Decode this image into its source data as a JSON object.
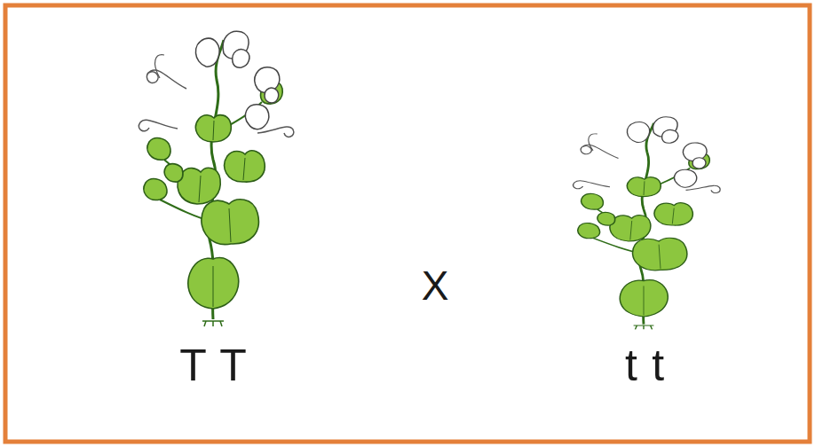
{
  "diagram": {
    "labels": [
      "T T",
      "X",
      "t t"
    ]
  }
}
